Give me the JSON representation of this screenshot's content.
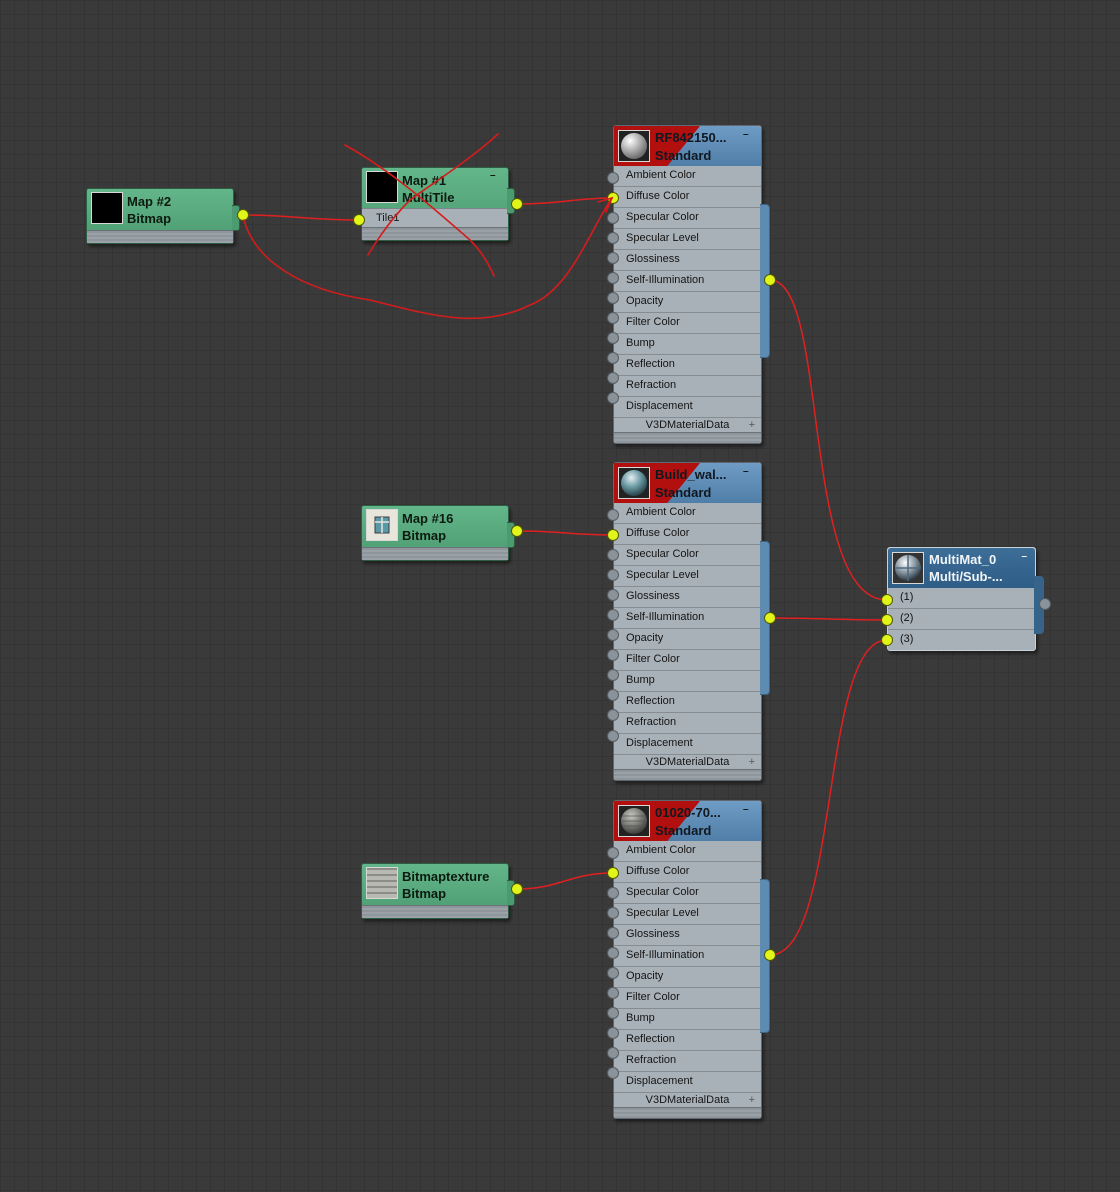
{
  "colors": {
    "canvas": "#3a3a3a",
    "map_node": "#58a87c",
    "material_header": "#5f8db6",
    "multimaterial_header": "#356690",
    "wire": "#e02020",
    "socket_active": "#e2f51a",
    "socket_inactive": "#8a939a",
    "annotation": "#d41c1c"
  },
  "map_nodes": [
    {
      "id": "map2",
      "title": "Map #2",
      "subtitle": "Bitmap",
      "thumb": "black-square-icon"
    },
    {
      "id": "map1",
      "title": "Map #1",
      "subtitle": "MultiTile",
      "slot": "Tile1",
      "thumb": "black-square-icon"
    },
    {
      "id": "map16",
      "title": "Map #16",
      "subtitle": "Bitmap",
      "thumb": "window-icon"
    },
    {
      "id": "bitmaptexture",
      "title": "Bitmaptexture",
      "subtitle": "Bitmap",
      "thumb": "stone-texture-icon"
    }
  ],
  "materials": [
    {
      "id": "mat1",
      "title": "RF842150...",
      "subtitle": "Standard",
      "sphere": "white-sphere-icon"
    },
    {
      "id": "mat2",
      "title": "Build_wal...",
      "subtitle": "Standard",
      "sphere": "teal-sphere-icon"
    },
    {
      "id": "mat3",
      "title": "01020-70...",
      "subtitle": "Standard",
      "sphere": "stone-sphere-icon"
    }
  ],
  "material_slots": [
    "Ambient Color",
    "Diffuse Color",
    "Specular Color",
    "Specular Level",
    "Glossiness",
    "Self-Illumination",
    "Opacity",
    "Filter Color",
    "Bump",
    "Reflection",
    "Refraction",
    "Displacement"
  ],
  "material_footer": "V3DMaterialData",
  "multi_material": {
    "title": "MultiMat_0",
    "subtitle": "Multi/Sub-...",
    "slots": [
      "(1)",
      "(2)",
      "(3)"
    ]
  },
  "minimize_glyph": "–"
}
